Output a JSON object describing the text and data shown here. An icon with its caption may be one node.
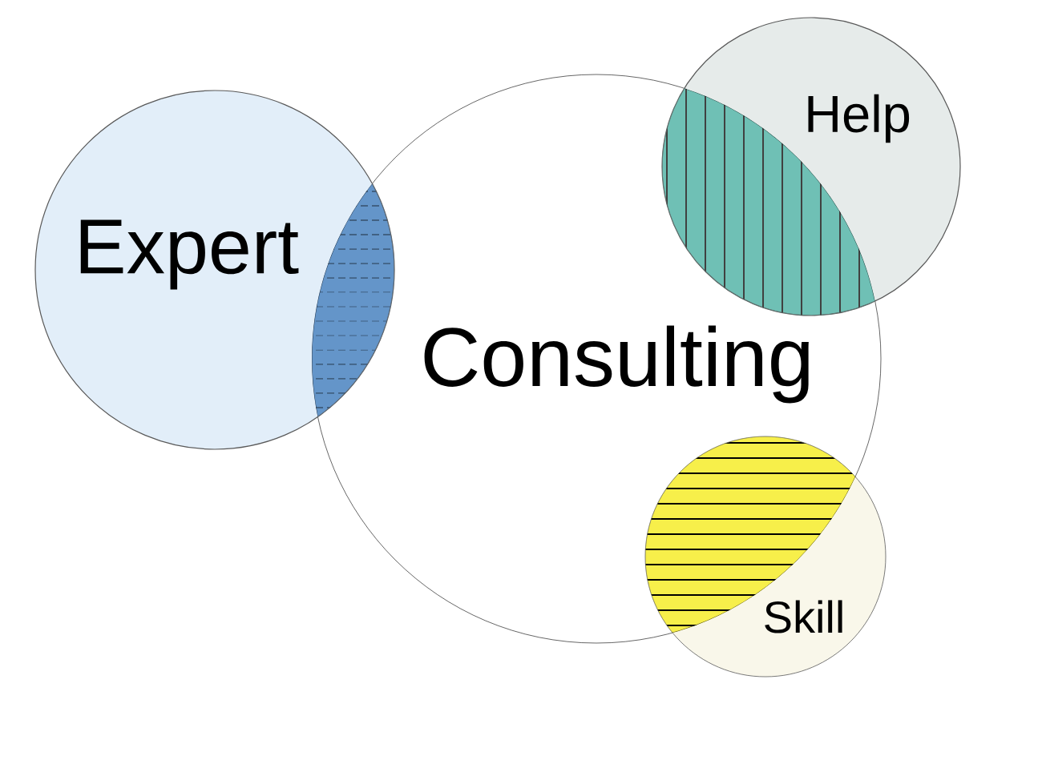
{
  "diagram": {
    "nodes": [
      {
        "text": [
          "Consulting"
        ]
      },
      {
        "text": [
          "Expert"
        ]
      },
      {
        "text": [
          "Help"
        ]
      },
      {
        "text": [
          "Skill"
        ]
      }
    ]
  }
}
